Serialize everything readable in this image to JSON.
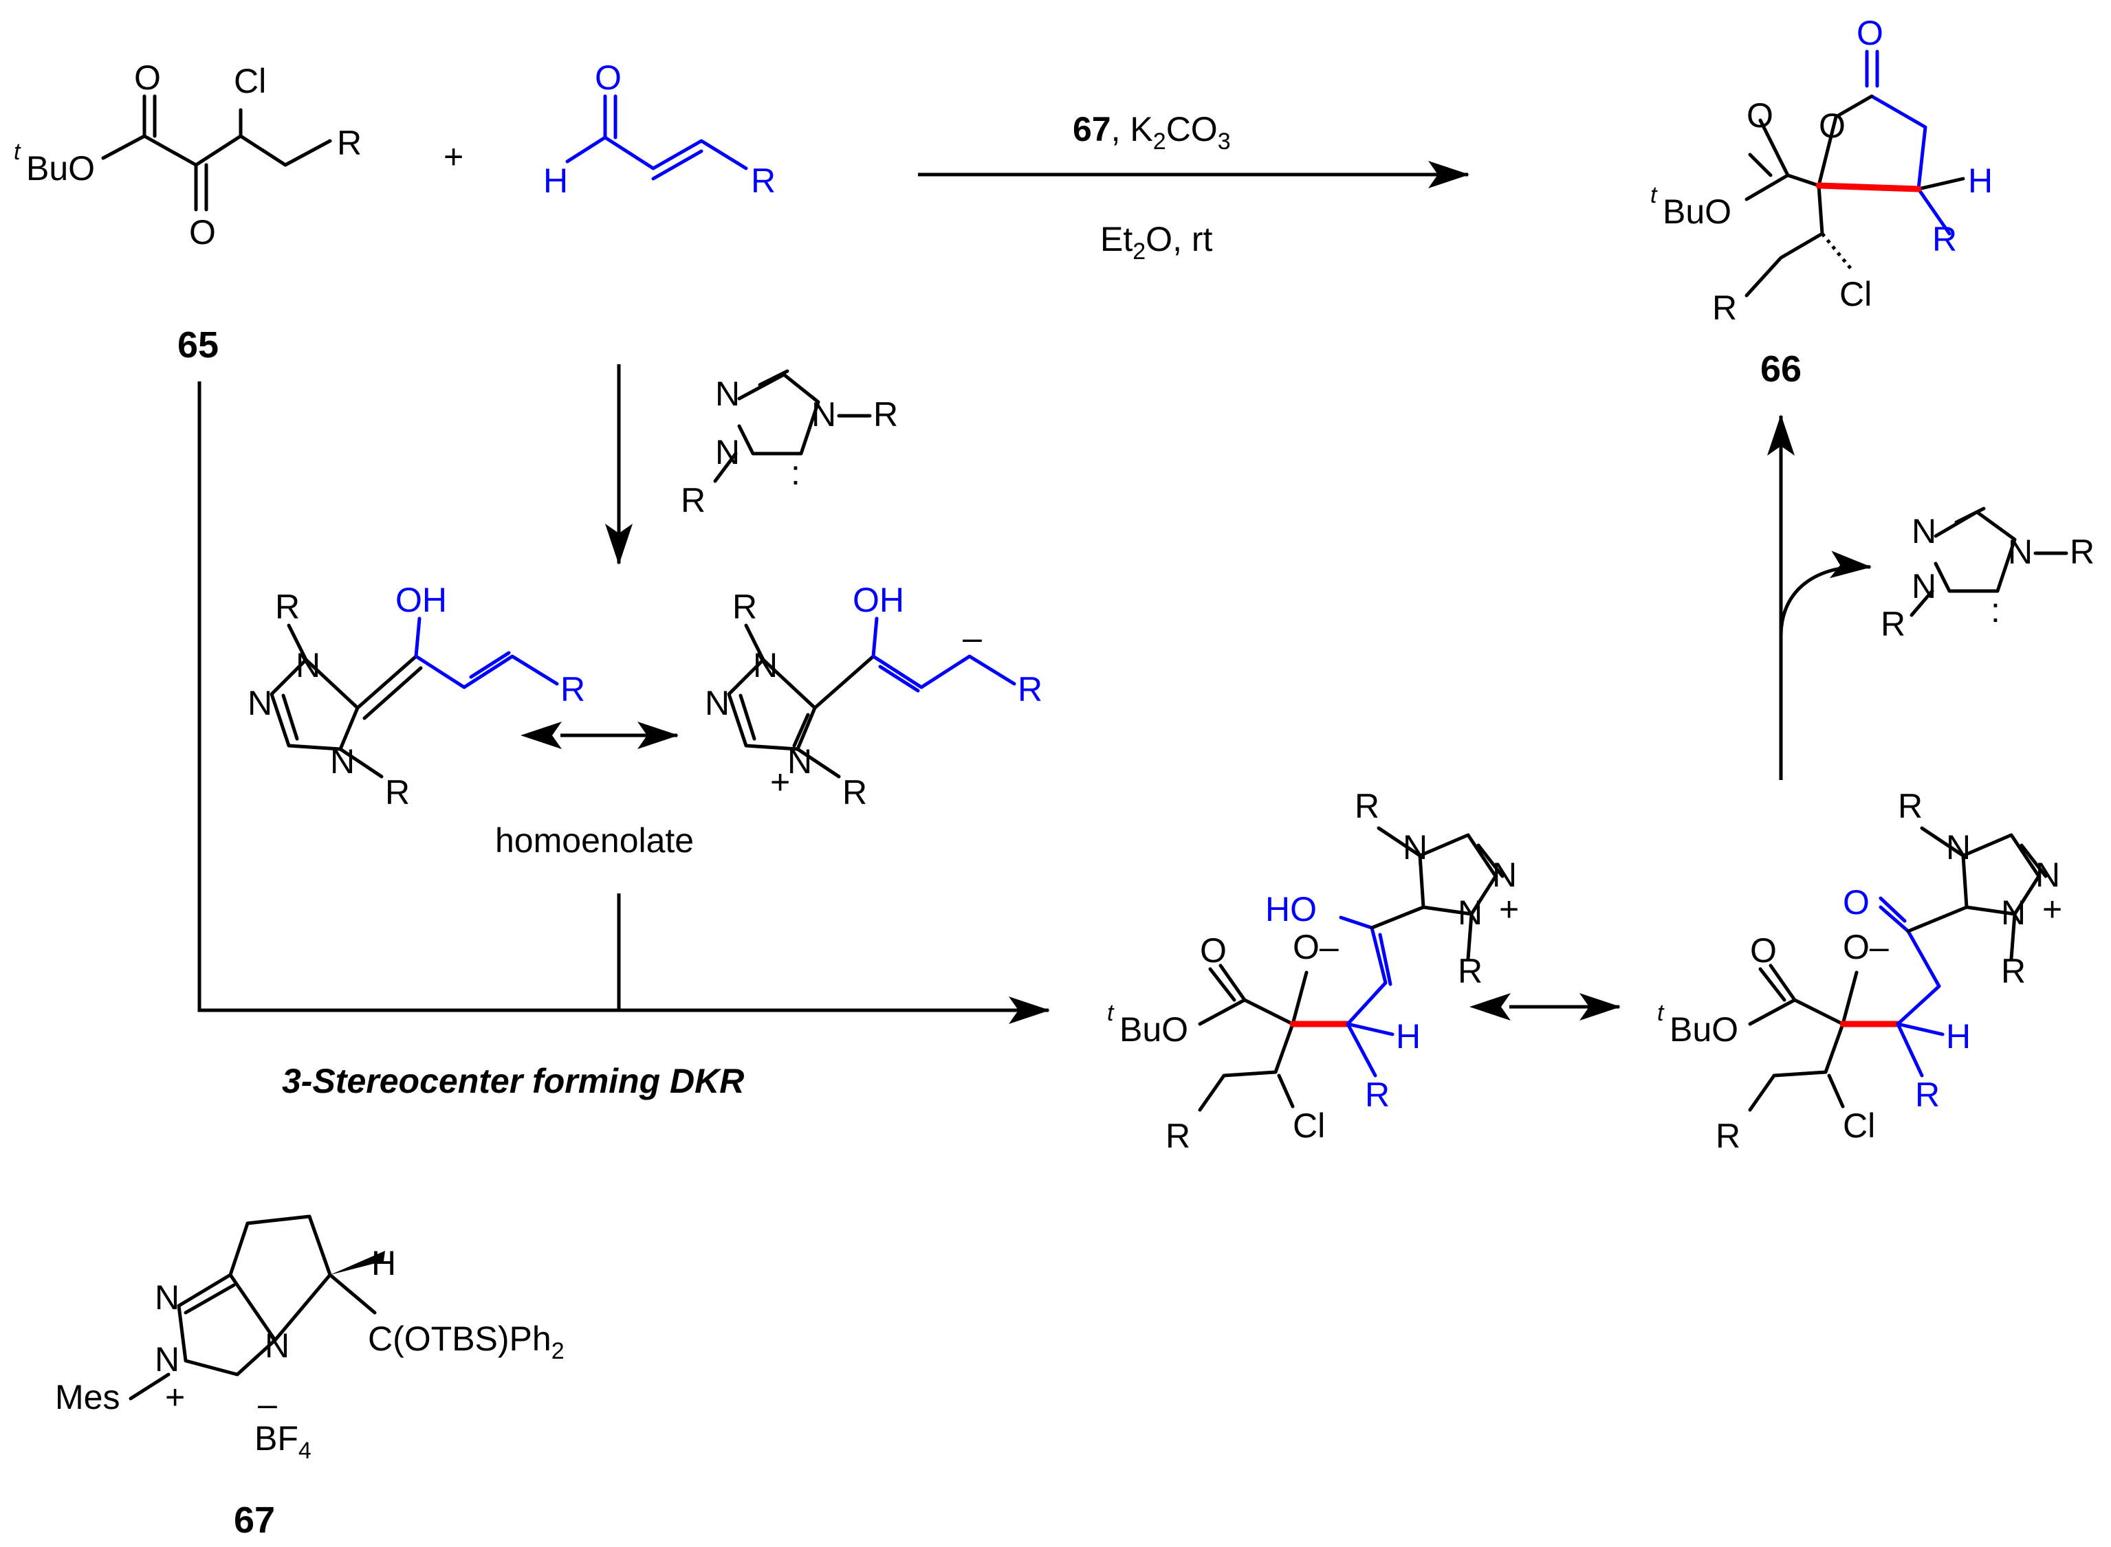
{
  "compounds": {
    "c65": {
      "label": "65",
      "atoms": {
        "o_top": "O",
        "cl": "Cl",
        "r": "R",
        "tbuo": "BuO",
        "t": "t",
        "o_bot": "O"
      }
    },
    "enal": {
      "o": "O",
      "h": "H",
      "r": "R"
    },
    "plus": "+",
    "c66": {
      "label": "66",
      "atoms": {
        "o_lact": "O",
        "o_ring": "O",
        "o_est": "O",
        "tbuo": "BuO",
        "t": "t",
        "h": "H",
        "r_blue": "R",
        "r": "R",
        "cl": "Cl"
      }
    },
    "c67": {
      "label": "67",
      "atoms": {
        "n1": "N",
        "n2": "N",
        "n3": "N",
        "h": "H",
        "substituent": "C(OTBS)Ph",
        "sub2": "2",
        "mes": "Mes",
        "plus": "+",
        "minus": "–",
        "bf": "BF",
        "bf4": "4"
      }
    }
  },
  "reaction": {
    "catalyst": "67",
    "base": "K",
    "base_sub": "2",
    "base_rest": "CO",
    "base_sub2": "3",
    "solvent": "Et",
    "solvent_sub": "2",
    "solvent_rest": "O, rt"
  },
  "carbene": {
    "n": "N",
    "r": "R",
    "lone_pair": ":"
  },
  "homoenolate": {
    "label": "homoenolate",
    "oh": "OH",
    "r": "R",
    "n": "N",
    "plus": "+",
    "minus": "–"
  },
  "dkr_label": "3-Stereocenter forming DKR",
  "adducts": {
    "ho": "HO",
    "o_minus": "O–",
    "o": "O",
    "tbuo": "BuO",
    "t": "t",
    "h": "H",
    "r": "R",
    "cl": "Cl",
    "n": "N",
    "plus": "+"
  },
  "resonance_symbol": "↔",
  "colors": {
    "blue": "#0000ff",
    "red": "#ff0000",
    "black": "#000000"
  }
}
